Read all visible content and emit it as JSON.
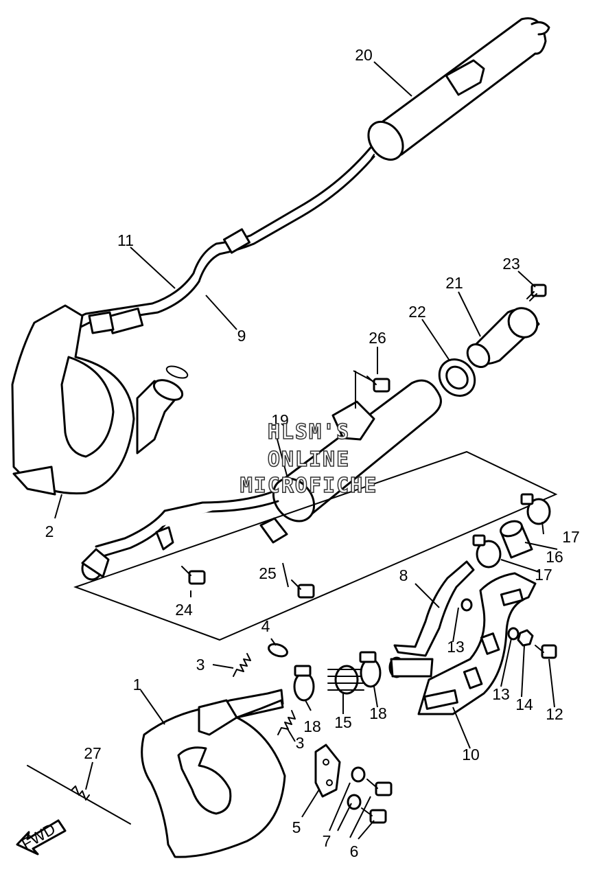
{
  "watermark": {
    "line1": "HLSM'S",
    "line2": "ONLINE",
    "line3": "MICROFICHE"
  },
  "fwd_label": "FWD",
  "callouts": {
    "c1": "1",
    "c2": "2",
    "c3a": "3",
    "c3b": "3",
    "c4": "4",
    "c5": "5",
    "c6": "6",
    "c7": "7",
    "c8": "8",
    "c9": "9",
    "c10": "10",
    "c11": "11",
    "c12": "12",
    "c13a": "13",
    "c13b": "13",
    "c14": "14",
    "c15": "15",
    "c16": "16",
    "c17a": "17",
    "c17b": "17",
    "c18a": "18",
    "c18b": "18",
    "c19": "19",
    "c20": "20",
    "c21": "21",
    "c22": "22",
    "c23": "23",
    "c24": "24",
    "c25": "25",
    "c26": "26",
    "c27": "27"
  }
}
